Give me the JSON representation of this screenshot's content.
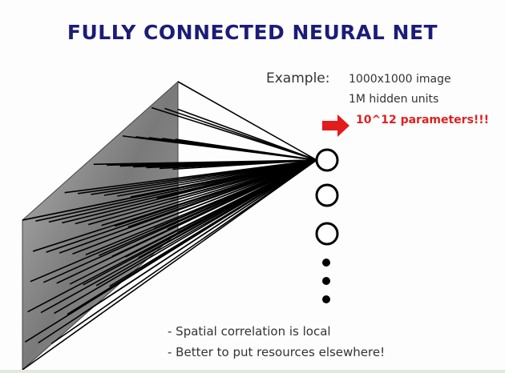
{
  "title": "FULLY CONNECTED NEURAL NET",
  "example": {
    "label": "Example:",
    "image_size": "1000x1000 image",
    "hidden_units": "1M hidden units",
    "result": "10^12 parameters!!!"
  },
  "bullets": [
    "- Spatial correlation is local",
    "- Better to put resources elsewhere!"
  ],
  "colors": {
    "title": "#1c1c78",
    "highlight": "#e02020"
  }
}
